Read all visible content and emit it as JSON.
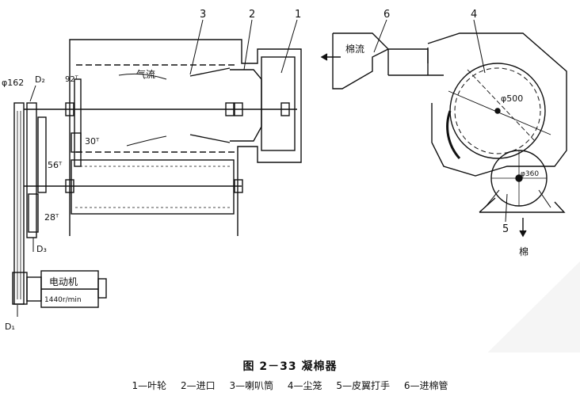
{
  "figure": {
    "title": "图 2－33   凝棉器",
    "legend": [
      "1—叶轮",
      "2—进口",
      "3—喇叭筒",
      "4—尘笼",
      "5—皮翼打手",
      "6—进棉管"
    ]
  },
  "left_view": {
    "callouts": [
      "3",
      "2",
      "1"
    ],
    "airflow_label": "气流",
    "diameter_label": "φ162",
    "pulleys": [
      "D₂",
      "D₃",
      "D₁"
    ],
    "gears": [
      "92ᵀ",
      "30ᵀ",
      "56ᵀ",
      "28ᵀ"
    ],
    "motor_label": "电动机",
    "motor_speed": "1440r/min"
  },
  "right_view": {
    "callouts": [
      "6",
      "4",
      "5"
    ],
    "inlet_label": "棉流",
    "cage_diameter": "φ500",
    "beater_diameter": "φ360",
    "output_label": "棉"
  },
  "colors": {
    "ink": "#111111",
    "watermark": "#ececec"
  }
}
